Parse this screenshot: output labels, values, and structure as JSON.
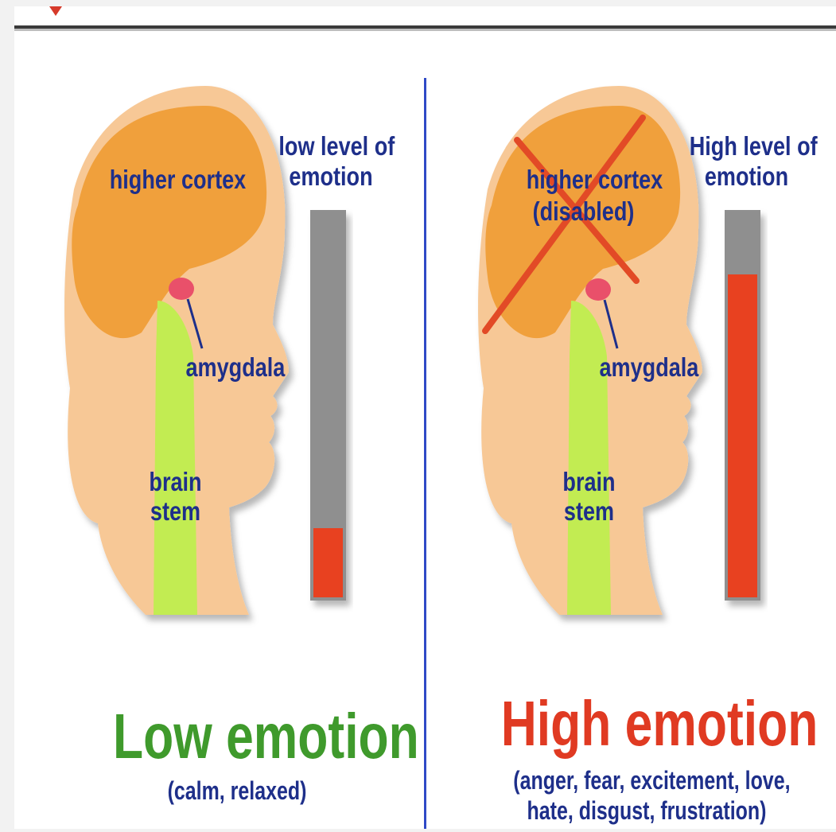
{
  "colors": {
    "skin": "#f7c896",
    "cortex": "#f0a03c",
    "brain_stem": "#c2ec52",
    "amygdala": "#e9506a",
    "meter_bg": "#8f8f8f",
    "meter_fill": "#e84120",
    "cross": "#e24a26",
    "low_title": "#3f9a2c",
    "high_title": "#e03a22",
    "label_text": "#1e2f8a",
    "divider": "#2f49c6"
  },
  "panels": {
    "low": {
      "cortex_label": "higher cortex",
      "amygdala_label": "amygdala",
      "stem_label_1": "brain",
      "stem_label_2": "stem",
      "meter_label_1": "low level of",
      "meter_label_2": "emotion",
      "emotion_level": 0.18,
      "title": "Low emotion",
      "subtitle_1": "(calm, relaxed)"
    },
    "high": {
      "cortex_label_1": "higher cortex",
      "cortex_label_2": "(disabled)",
      "amygdala_label": "amygdala",
      "stem_label_1": "brain",
      "stem_label_2": "stem",
      "meter_label_1": "High level of",
      "meter_label_2": "emotion",
      "emotion_level": 0.84,
      "title": "High emotion",
      "subtitle_1": "(anger, fear, excitement, love,",
      "subtitle_2": "hate, disgust, frustration)"
    }
  }
}
